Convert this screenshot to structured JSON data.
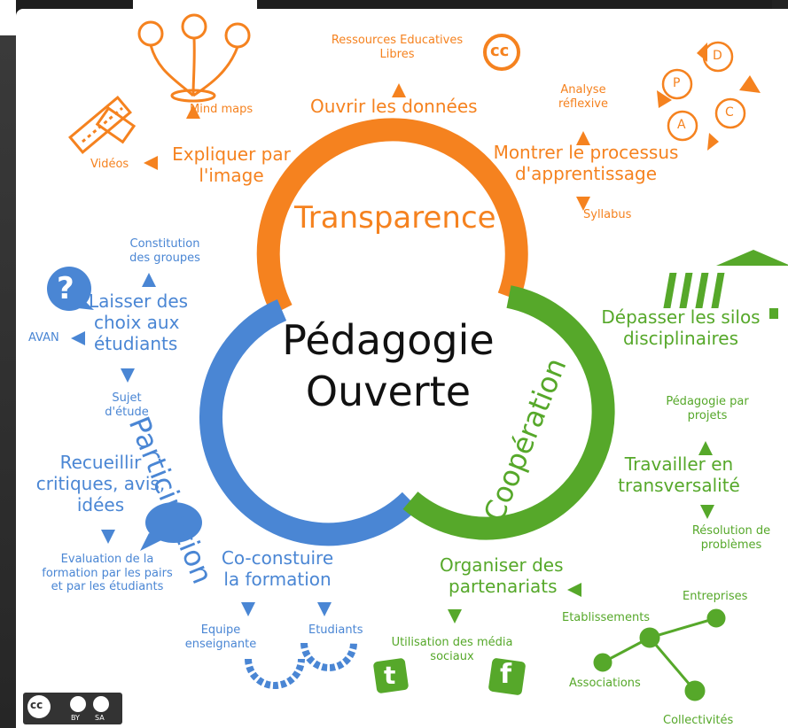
{
  "center": {
    "line1": "Pédagogie",
    "line2": "Ouverte"
  },
  "lobes": {
    "top": "Transparence",
    "left": "Participation",
    "right": "Coopération"
  },
  "transparence": {
    "oer": "Ressources Educatives",
    "oer2": "Libres",
    "cc_logo": "cc",
    "open_data": "Ouvrir les données",
    "mind_maps": "Mind maps",
    "explain1": "Expliquer par",
    "explain2": "l'image",
    "videos": "Vidéos",
    "reflexive1": "Analyse",
    "reflexive2": "réflexive",
    "process1": "Montrer le processus",
    "process2": "d'apprentissage",
    "syllabus": "Syllabus",
    "pdca": [
      "P",
      "D",
      "C",
      "A"
    ]
  },
  "participation": {
    "groups1": "Constitution",
    "groups2": "des groupes",
    "choices1": "Laisser des",
    "choices2": "choix aux",
    "choices3": "étudiants",
    "avan": "AVAN",
    "subject1": "Sujet",
    "subject2": "d'étude",
    "feedback1": "Recueillir",
    "feedback2": "critiques, avis,",
    "feedback3": "idées",
    "eval1": "Evaluation de la",
    "eval2": "formation par les pairs",
    "eval3": "et par les étudiants",
    "cobuild1": "Co-constuire",
    "cobuild2": "la formation",
    "team1": "Equipe",
    "team2": "enseignante",
    "students": "Etudiants"
  },
  "cooperation": {
    "silos1": "Dépasser les silos",
    "silos2": "disciplinaires",
    "projects1": "Pédagogie par",
    "projects2": "projets",
    "transversal1": "Travailler en",
    "transversal2": "transversalité",
    "problems1": "Résolution de",
    "problems2": "problèmes",
    "partners1": "Organiser des",
    "partners2": "partenariats",
    "social1": "Utilisation des média",
    "social2": "sociaux",
    "companies": "Entreprises",
    "institutions": "Etablissements",
    "associations": "Associations",
    "communities": "Collectivités"
  },
  "license": {
    "by": "BY",
    "sa": "SA",
    "cc": "cc"
  },
  "colors": {
    "orange": "#f5821f",
    "blue": "#4a86d4",
    "green": "#56a82a"
  }
}
